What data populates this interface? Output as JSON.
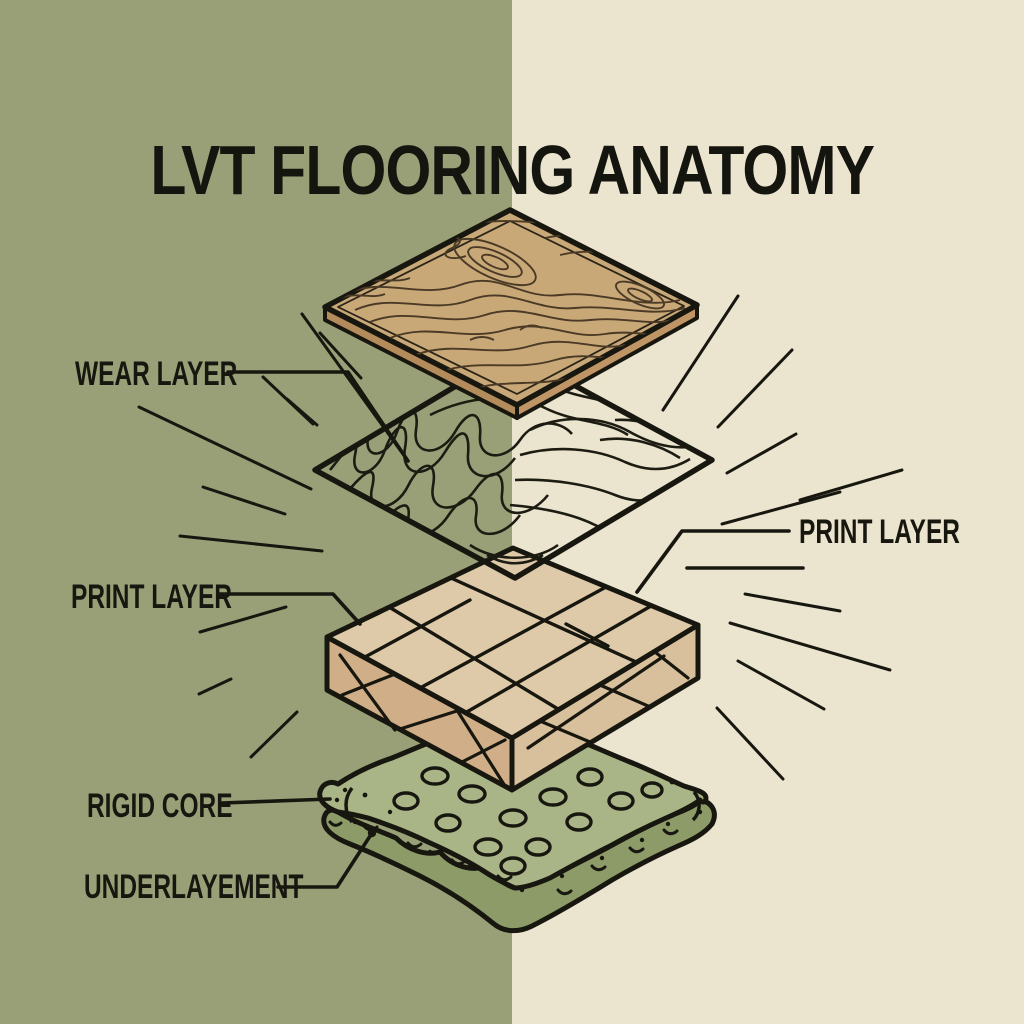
{
  "title": {
    "text": "LVT FLOORING ANATOMY"
  },
  "labels": {
    "wear": {
      "text": "WEAR LAYER"
    },
    "print_left": {
      "text": "PRINT LAYER"
    },
    "print_right": {
      "text": "PRINT LAYER"
    },
    "rigid": {
      "text": "RIGID CORE"
    },
    "underlayment": {
      "text": "UNDERLAYEMENT"
    }
  },
  "colors": {
    "background_left": "#99a078",
    "background_right": "#ebe4cf",
    "ink": "#17170f",
    "wood_top": "#c9a878",
    "wood_side_left": "#b48c5c",
    "wood_side_right": "#c09566",
    "core_top": "#decaa8",
    "core_left": "#cfae88",
    "core_right": "#d9c09c",
    "underlayment_top": "#a9b487",
    "underlayment_side": "#8d9b69"
  }
}
